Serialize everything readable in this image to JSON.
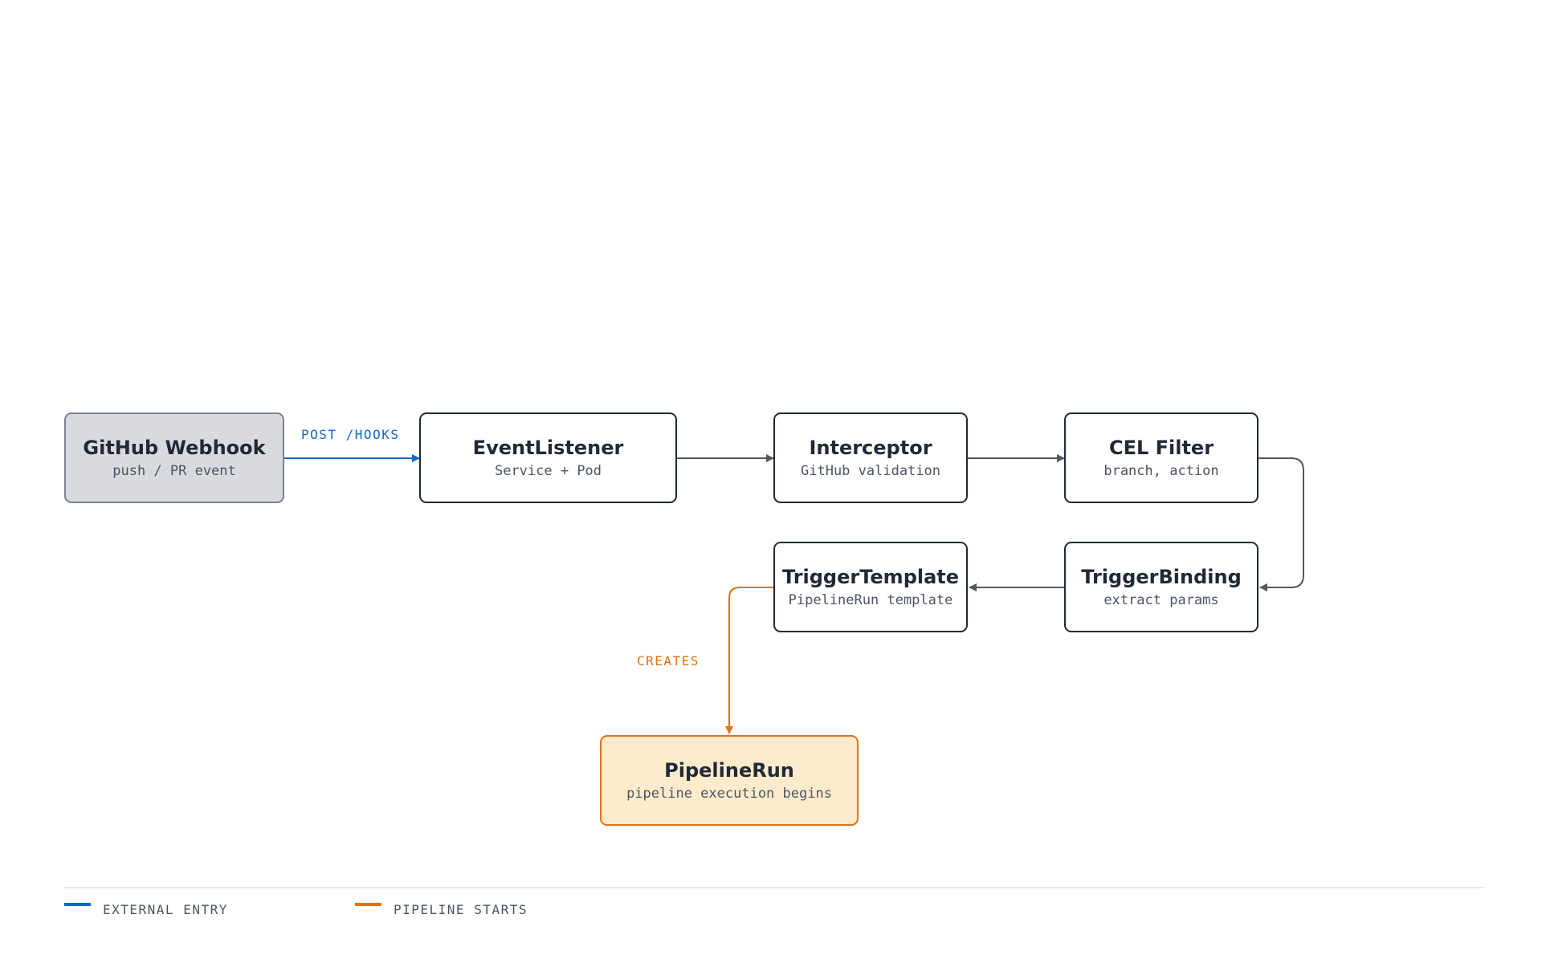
{
  "colors": {
    "external": "#1169c8",
    "default": "#505862",
    "pipeline": "#e07314"
  },
  "nodes": {
    "webhook": {
      "title": "GitHub Webhook",
      "subtitle": "push / PR event"
    },
    "event_listener": {
      "title": "EventListener",
      "subtitle": "Service + Pod"
    },
    "interceptor": {
      "title": "Interceptor",
      "subtitle": "GitHub validation"
    },
    "cel_filter": {
      "title": "CEL Filter",
      "subtitle": "branch, action"
    },
    "trigger_binding": {
      "title": "TriggerBinding",
      "subtitle": "extract params"
    },
    "trigger_template": {
      "title": "TriggerTemplate",
      "subtitle": "PipelineRun template"
    },
    "pipeline_run": {
      "title": "PipelineRun",
      "subtitle": "pipeline execution begins"
    }
  },
  "edges": {
    "post_hooks": "POST /HOOKS",
    "creates": "CREATES"
  },
  "legend": {
    "external_entry": "EXTERNAL ENTRY",
    "pipeline_starts": "PIPELINE STARTS"
  }
}
